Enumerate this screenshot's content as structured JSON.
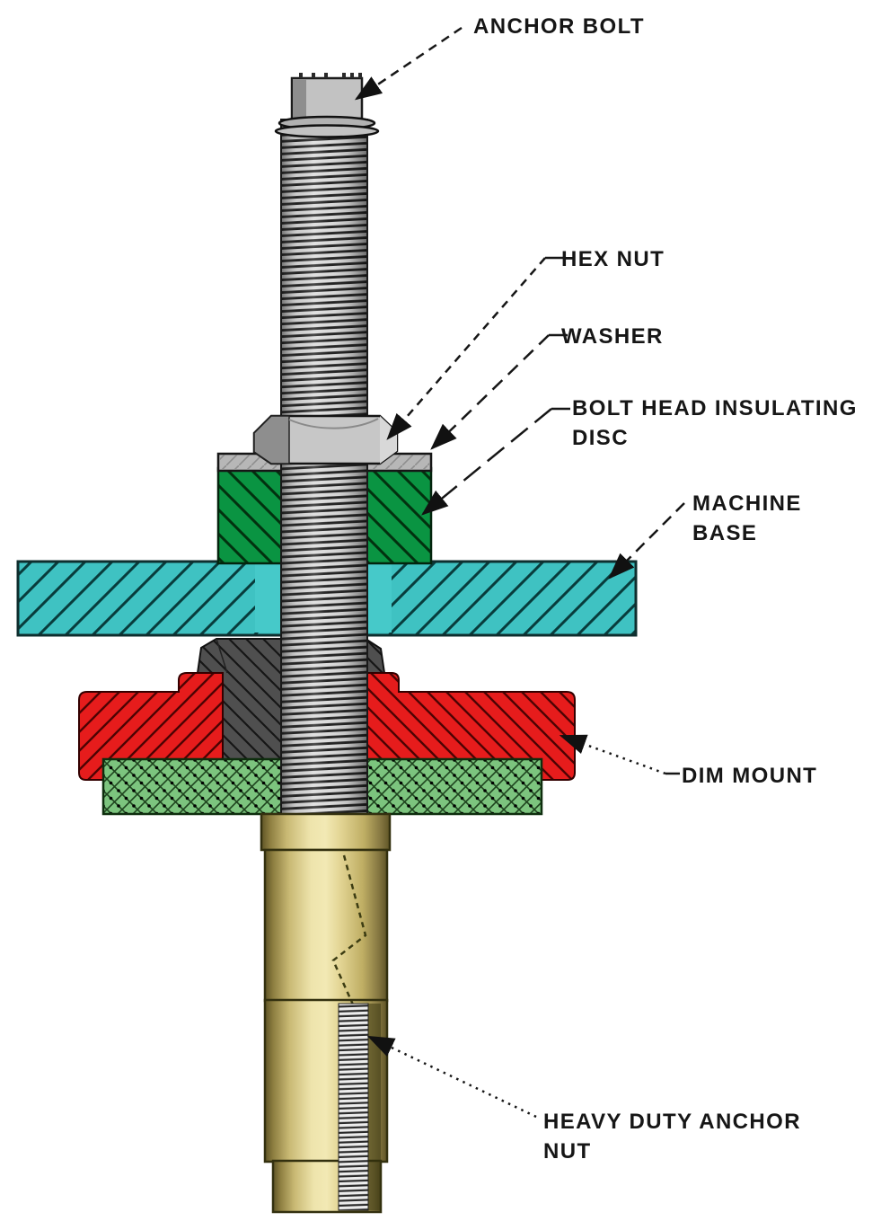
{
  "labels": {
    "anchor_bolt": "ANCHOR BOLT",
    "hex_nut": "HEX NUT",
    "washer": "WASHER",
    "insulating_disc_l1": "BOLT HEAD INSULATING",
    "insulating_disc_l2": "DISC",
    "machine_base_l1": "MACHINE",
    "machine_base_l2": "BASE",
    "dim_mount": "DIM MOUNT",
    "anchor_nut_l1": "HEAVY DUTY ANCHOR",
    "anchor_nut_l2": "NUT"
  },
  "colors": {
    "insulating_disc": "#0a9442",
    "machine_base": "#3fc2c2",
    "mount_red": "#e61c1c",
    "base_pad": "#7cc47e",
    "bushing_gray": "#4f4f4f",
    "steel_gray": "#c2c2c2",
    "outline": "#161616"
  },
  "parts": [
    "anchor bolt",
    "hex nut",
    "washer",
    "bolt head insulating disc",
    "machine base",
    "dim mount",
    "heavy duty anchor nut"
  ]
}
